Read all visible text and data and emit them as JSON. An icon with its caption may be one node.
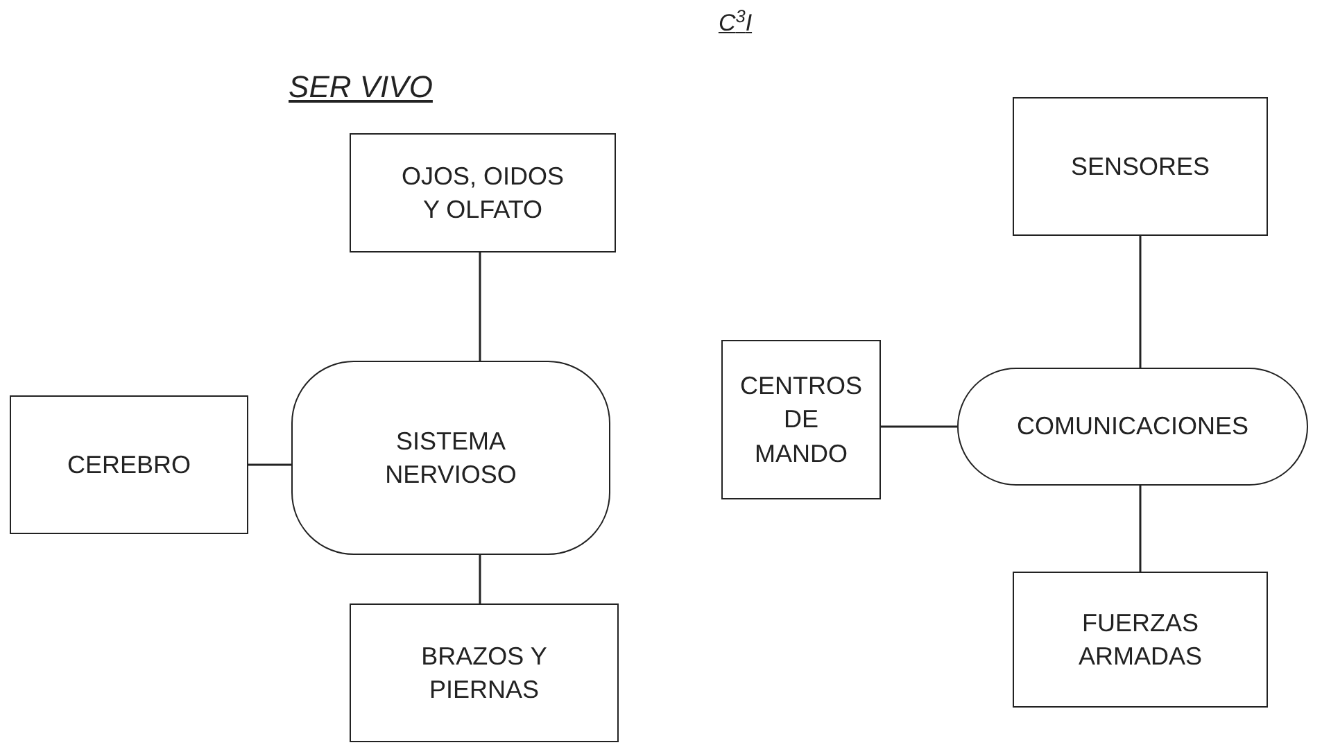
{
  "diagram": {
    "nodes": [
      {
        "text": [
          "OJOS, OIDOS Y OLFATO"
        ]
      },
      {
        "text": [
          "CEREBRO"
        ]
      },
      {
        "text": [
          "SISTEMA NERVIOSO"
        ]
      },
      {
        "text": [
          "BRAZOS Y PIERNAS"
        ]
      },
      {
        "text": [
          "SENSORES"
        ]
      },
      {
        "text": [
          "CENTROS DE MANDO"
        ]
      },
      {
        "text": [
          "COMUNICACIONES"
        ]
      },
      {
        "text": [
          "FUERZAS ARMADAS"
        ]
      }
    ],
    "edges": [
      {
        "from": 0,
        "to": 2,
        "arrow": "none"
      },
      {
        "from": 1,
        "to": 2,
        "arrow": "none"
      },
      {
        "from": 2,
        "to": 3,
        "arrow": "none"
      },
      {
        "from": 4,
        "to": 6,
        "arrow": "none"
      },
      {
        "from": 5,
        "to": 6,
        "arrow": "none"
      },
      {
        "from": 6,
        "to": 7,
        "arrow": "none"
      }
    ],
    "labels": [
      "SER VIVO",
      "C$^{3}$I"
    ]
  }
}
